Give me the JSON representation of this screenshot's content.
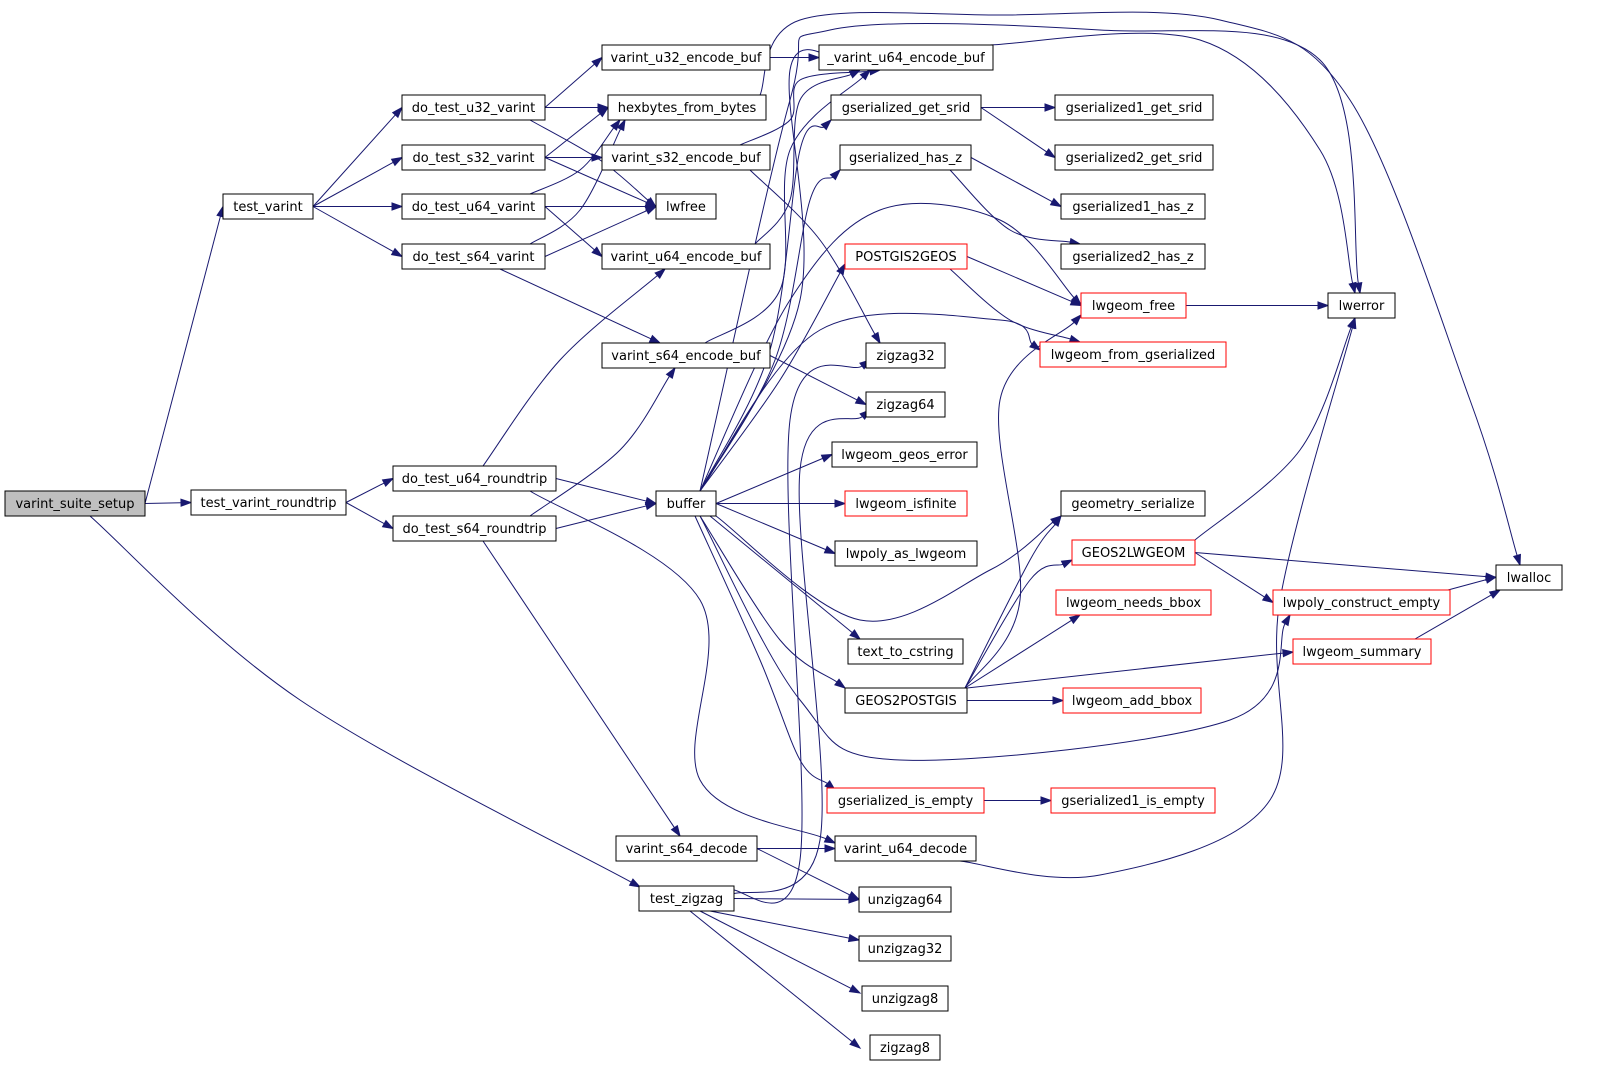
{
  "diagram": {
    "colors": {
      "edge": "#191970",
      "node_border": "#000000",
      "truncated_border": "#ff0000",
      "root_fill": "#bfbfbf"
    },
    "nodes": {
      "varint_suite_setup": {
        "label": "varint_suite_setup",
        "root": true
      },
      "test_varint": {
        "label": "test_varint"
      },
      "test_varint_roundtrip": {
        "label": "test_varint_roundtrip"
      },
      "test_zigzag": {
        "label": "test_zigzag"
      },
      "do_test_u32_varint": {
        "label": "do_test_u32_varint"
      },
      "do_test_s32_varint": {
        "label": "do_test_s32_varint"
      },
      "do_test_u64_varint": {
        "label": "do_test_u64_varint"
      },
      "do_test_s64_varint": {
        "label": "do_test_s64_varint"
      },
      "do_test_u64_roundtrip": {
        "label": "do_test_u64_roundtrip"
      },
      "do_test_s64_roundtrip": {
        "label": "do_test_s64_roundtrip"
      },
      "varint_u32_encode_buf": {
        "label": "varint_u32_encode_buf"
      },
      "hexbytes_from_bytes": {
        "label": "hexbytes_from_bytes"
      },
      "varint_s32_encode_buf": {
        "label": "varint_s32_encode_buf"
      },
      "lwfree": {
        "label": "lwfree"
      },
      "varint_u64_encode_buf": {
        "label": "varint_u64_encode_buf"
      },
      "varint_s64_encode_buf": {
        "label": "varint_s64_encode_buf"
      },
      "buffer": {
        "label": "buffer"
      },
      "varint_s64_decode": {
        "label": "varint_s64_decode"
      },
      "_varint_u64_encode_buf": {
        "label": "_varint_u64_encode_buf"
      },
      "gserialized_get_srid": {
        "label": "gserialized_get_srid"
      },
      "gserialized_has_z": {
        "label": "gserialized_has_z"
      },
      "POSTGIS2GEOS": {
        "label": "POSTGIS2GEOS",
        "truncated": true
      },
      "zigzag32": {
        "label": "zigzag32"
      },
      "zigzag64": {
        "label": "zigzag64"
      },
      "lwgeom_geos_error": {
        "label": "lwgeom_geos_error"
      },
      "lwgeom_isfinite": {
        "label": "lwgeom_isfinite",
        "truncated": true
      },
      "lwpoly_as_lwgeom": {
        "label": "lwpoly_as_lwgeom"
      },
      "text_to_cstring": {
        "label": "text_to_cstring"
      },
      "GEOS2POSTGIS": {
        "label": "GEOS2POSTGIS"
      },
      "gserialized_is_empty": {
        "label": "gserialized_is_empty",
        "truncated": true
      },
      "varint_u64_decode": {
        "label": "varint_u64_decode"
      },
      "unzigzag64": {
        "label": "unzigzag64"
      },
      "unzigzag32": {
        "label": "unzigzag32"
      },
      "unzigzag8": {
        "label": "unzigzag8"
      },
      "zigzag8": {
        "label": "zigzag8"
      },
      "gserialized1_get_srid": {
        "label": "gserialized1_get_srid"
      },
      "gserialized2_get_srid": {
        "label": "gserialized2_get_srid"
      },
      "gserialized1_has_z": {
        "label": "gserialized1_has_z"
      },
      "gserialized2_has_z": {
        "label": "gserialized2_has_z"
      },
      "lwgeom_free": {
        "label": "lwgeom_free",
        "truncated": true
      },
      "lwgeom_from_gserialized": {
        "label": "lwgeom_from_gserialized",
        "truncated": true
      },
      "geometry_serialize": {
        "label": "geometry_serialize"
      },
      "GEOS2LWGEOM": {
        "label": "GEOS2LWGEOM",
        "truncated": true
      },
      "lwgeom_needs_bbox": {
        "label": "lwgeom_needs_bbox",
        "truncated": true
      },
      "lwgeom_add_bbox": {
        "label": "lwgeom_add_bbox",
        "truncated": true
      },
      "gserialized1_is_empty": {
        "label": "gserialized1_is_empty",
        "truncated": true
      },
      "lwerror": {
        "label": "lwerror"
      },
      "lwpoly_construct_empty": {
        "label": "lwpoly_construct_empty",
        "truncated": true
      },
      "lwgeom_summary": {
        "label": "lwgeom_summary",
        "truncated": true
      },
      "lwalloc": {
        "label": "lwalloc"
      }
    },
    "edges": [
      [
        "varint_suite_setup",
        "test_varint"
      ],
      [
        "varint_suite_setup",
        "test_varint_roundtrip"
      ],
      [
        "varint_suite_setup",
        "test_zigzag"
      ],
      [
        "test_varint",
        "do_test_u32_varint"
      ],
      [
        "test_varint",
        "do_test_s32_varint"
      ],
      [
        "test_varint",
        "do_test_u64_varint"
      ],
      [
        "test_varint",
        "do_test_s64_varint"
      ],
      [
        "test_varint_roundtrip",
        "do_test_u64_roundtrip"
      ],
      [
        "test_varint_roundtrip",
        "do_test_s64_roundtrip"
      ],
      [
        "do_test_u32_varint",
        "varint_u32_encode_buf"
      ],
      [
        "do_test_u32_varint",
        "hexbytes_from_bytes"
      ],
      [
        "do_test_u32_varint",
        "lwfree"
      ],
      [
        "do_test_s32_varint",
        "hexbytes_from_bytes"
      ],
      [
        "do_test_s32_varint",
        "varint_s32_encode_buf"
      ],
      [
        "do_test_s32_varint",
        "lwfree"
      ],
      [
        "do_test_u64_varint",
        "hexbytes_from_bytes"
      ],
      [
        "do_test_u64_varint",
        "lwfree"
      ],
      [
        "do_test_u64_varint",
        "varint_u64_encode_buf"
      ],
      [
        "do_test_s64_varint",
        "hexbytes_from_bytes"
      ],
      [
        "do_test_s64_varint",
        "lwfree"
      ],
      [
        "do_test_s64_varint",
        "varint_s64_encode_buf"
      ],
      [
        "do_test_u64_roundtrip",
        "varint_u64_encode_buf"
      ],
      [
        "do_test_u64_roundtrip",
        "buffer"
      ],
      [
        "do_test_u64_roundtrip",
        "varint_u64_decode"
      ],
      [
        "do_test_s64_roundtrip",
        "varint_s64_encode_buf"
      ],
      [
        "do_test_s64_roundtrip",
        "buffer"
      ],
      [
        "do_test_s64_roundtrip",
        "varint_s64_decode"
      ],
      [
        "varint_u32_encode_buf",
        "_varint_u64_encode_buf"
      ],
      [
        "hexbytes_from_bytes",
        "lwalloc"
      ],
      [
        "varint_s32_encode_buf",
        "_varint_u64_encode_buf"
      ],
      [
        "varint_s32_encode_buf",
        "zigzag32"
      ],
      [
        "varint_u64_encode_buf",
        "_varint_u64_encode_buf"
      ],
      [
        "varint_s64_encode_buf",
        "_varint_u64_encode_buf"
      ],
      [
        "varint_s64_encode_buf",
        "zigzag64"
      ],
      [
        "varint_s64_decode",
        "varint_u64_decode"
      ],
      [
        "varint_s64_decode",
        "unzigzag64"
      ],
      [
        "_varint_u64_encode_buf",
        "lwerror"
      ],
      [
        "buffer",
        "_varint_u64_encode_buf"
      ],
      [
        "buffer",
        "gserialized_get_srid"
      ],
      [
        "buffer",
        "gserialized_has_z"
      ],
      [
        "buffer",
        "POSTGIS2GEOS"
      ],
      [
        "buffer",
        "lwgeom_free"
      ],
      [
        "buffer",
        "lwgeom_from_gserialized"
      ],
      [
        "buffer",
        "lwgeom_geos_error"
      ],
      [
        "buffer",
        "lwgeom_isfinite"
      ],
      [
        "buffer",
        "lwpoly_as_lwgeom"
      ],
      [
        "buffer",
        "geometry_serialize"
      ],
      [
        "buffer",
        "text_to_cstring"
      ],
      [
        "buffer",
        "GEOS2POSTGIS"
      ],
      [
        "buffer",
        "lwpoly_construct_empty"
      ],
      [
        "buffer",
        "gserialized_is_empty"
      ],
      [
        "buffer",
        "lwerror"
      ],
      [
        "gserialized_get_srid",
        "gserialized1_get_srid"
      ],
      [
        "gserialized_get_srid",
        "gserialized2_get_srid"
      ],
      [
        "gserialized_has_z",
        "gserialized1_has_z"
      ],
      [
        "gserialized_has_z",
        "gserialized2_has_z"
      ],
      [
        "POSTGIS2GEOS",
        "lwgeom_free"
      ],
      [
        "POSTGIS2GEOS",
        "lwgeom_from_gserialized"
      ],
      [
        "GEOS2POSTGIS",
        "lwgeom_free"
      ],
      [
        "GEOS2POSTGIS",
        "geometry_serialize"
      ],
      [
        "GEOS2POSTGIS",
        "GEOS2LWGEOM"
      ],
      [
        "GEOS2POSTGIS",
        "lwgeom_needs_bbox"
      ],
      [
        "GEOS2POSTGIS",
        "lwgeom_summary"
      ],
      [
        "GEOS2POSTGIS",
        "lwgeom_add_bbox"
      ],
      [
        "gserialized_is_empty",
        "gserialized1_is_empty"
      ],
      [
        "varint_u64_decode",
        "lwerror"
      ],
      [
        "test_zigzag",
        "zigzag32"
      ],
      [
        "test_zigzag",
        "zigzag64"
      ],
      [
        "test_zigzag",
        "unzigzag64"
      ],
      [
        "test_zigzag",
        "unzigzag32"
      ],
      [
        "test_zigzag",
        "unzigzag8"
      ],
      [
        "test_zigzag",
        "zigzag8"
      ],
      [
        "lwgeom_free",
        "lwerror"
      ],
      [
        "GEOS2LWGEOM",
        "lwerror"
      ],
      [
        "GEOS2LWGEOM",
        "lwalloc"
      ],
      [
        "GEOS2LWGEOM",
        "lwpoly_construct_empty"
      ],
      [
        "lwpoly_construct_empty",
        "lwalloc"
      ],
      [
        "lwgeom_summary",
        "lwalloc"
      ]
    ]
  }
}
